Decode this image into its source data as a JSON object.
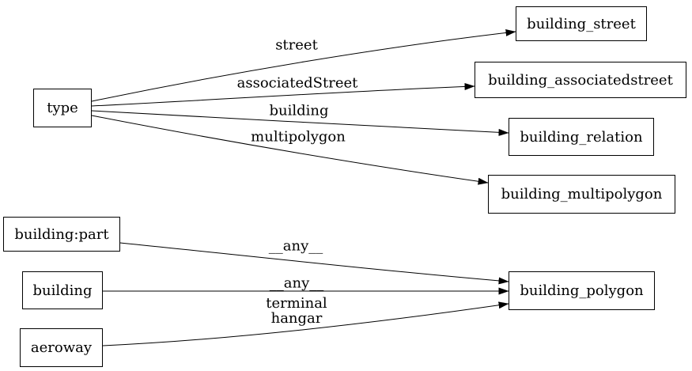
{
  "diagram": {
    "title": "osm building tag to table mapping graph",
    "nodes": [
      {
        "id": "type",
        "label": "type"
      },
      {
        "id": "building_street",
        "label": "building_street"
      },
      {
        "id": "building_associatedstreet",
        "label": "building_associatedstreet"
      },
      {
        "id": "building_relation",
        "label": "building_relation"
      },
      {
        "id": "building_multipolygon",
        "label": "building_multipolygon"
      },
      {
        "id": "building:part",
        "label": "building:part"
      },
      {
        "id": "building",
        "label": "building"
      },
      {
        "id": "aeroway",
        "label": "aeroway"
      },
      {
        "id": "building_polygon",
        "label": "building_polygon"
      }
    ],
    "edges": [
      {
        "from": "type",
        "to": "building_street",
        "label": "street"
      },
      {
        "from": "type",
        "to": "building_associatedstreet",
        "label": "associatedStreet"
      },
      {
        "from": "type",
        "to": "building_relation",
        "label": "building"
      },
      {
        "from": "type",
        "to": "building_multipolygon",
        "label": "multipolygon"
      },
      {
        "from": "building:part",
        "to": "building_polygon",
        "label": "__any__"
      },
      {
        "from": "building",
        "to": "building_polygon",
        "label": "__any__"
      },
      {
        "from": "aeroway",
        "to": "building_polygon",
        "label": "terminal\nhangar"
      }
    ],
    "colors": {
      "background": "#ffffff",
      "node_fill": "#ffffff",
      "node_border": "#000000",
      "edge_stroke": "#000000",
      "text": "#000000"
    }
  }
}
